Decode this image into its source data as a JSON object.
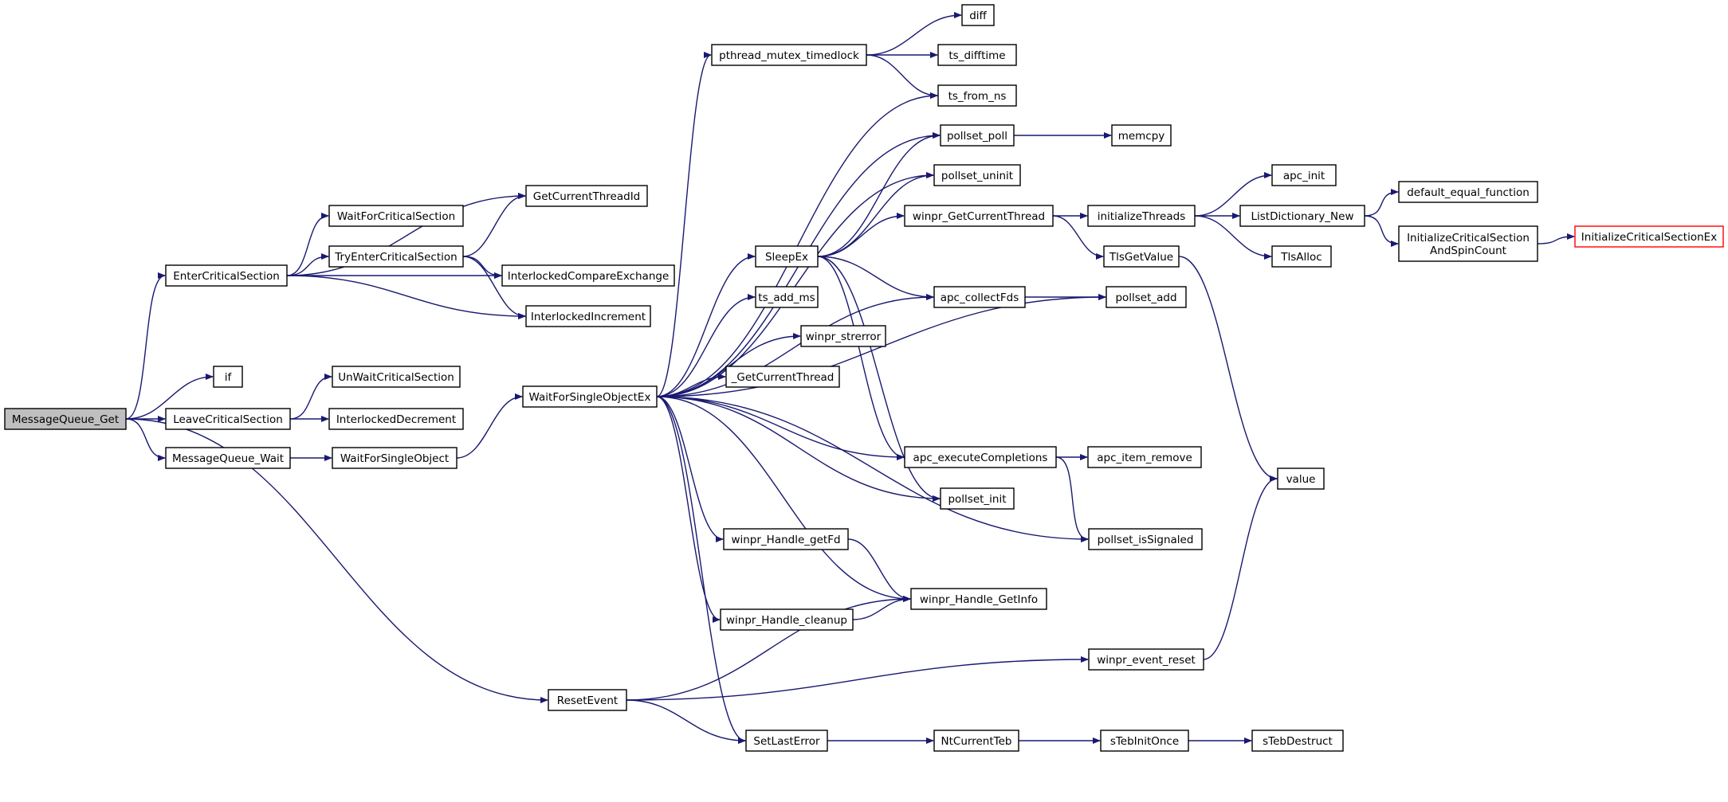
{
  "colors": {
    "edge": "#191970",
    "node_border": "#000000",
    "node_fill": "#ffffff",
    "root_fill": "#bfbfbf",
    "truncated_border": "#ff0000",
    "text": "#000000"
  },
  "nodes": [
    {
      "id": "messagequeue_get",
      "label": "MessageQueue_Get",
      "root": true
    },
    {
      "id": "entercriticalsection",
      "label": "EnterCriticalSection"
    },
    {
      "id": "if",
      "label": "if"
    },
    {
      "id": "leavecriticalsection",
      "label": "LeaveCriticalSection"
    },
    {
      "id": "messagequeue_wait",
      "label": "MessageQueue_Wait"
    },
    {
      "id": "resetevent",
      "label": "ResetEvent"
    },
    {
      "id": "getcurrentthreadid",
      "label": "GetCurrentThreadId"
    },
    {
      "id": "waitforcriticalsection",
      "label": "WaitForCriticalSection"
    },
    {
      "id": "tryentercriticalsection",
      "label": "TryEnterCriticalSection"
    },
    {
      "id": "interlockedcompareexchange",
      "label": "InterlockedCompareExchange"
    },
    {
      "id": "interlockedincrement",
      "label": "InterlockedIncrement"
    },
    {
      "id": "unwaitcriticalsection",
      "label": "UnWaitCriticalSection"
    },
    {
      "id": "interlockeddecrement",
      "label": "InterlockedDecrement"
    },
    {
      "id": "waitforsingleobject",
      "label": "WaitForSingleObject"
    },
    {
      "id": "waitforsingleobjectex",
      "label": "WaitForSingleObjectEx"
    },
    {
      "id": "pthread_mutex_timedlock",
      "label": "pthread_mutex_timedlock"
    },
    {
      "id": "sleepex",
      "label": "SleepEx"
    },
    {
      "id": "ts_add_ms",
      "label": "ts_add_ms"
    },
    {
      "id": "winpr_strerror",
      "label": "winpr_strerror"
    },
    {
      "id": "_getcurrentthread",
      "label": "_GetCurrentThread"
    },
    {
      "id": "winpr_handle_getfd",
      "label": "winpr_Handle_getFd"
    },
    {
      "id": "winpr_handle_cleanup",
      "label": "winpr_Handle_cleanup"
    },
    {
      "id": "setlasterror",
      "label": "SetLastError"
    },
    {
      "id": "diff",
      "label": "diff"
    },
    {
      "id": "ts_difftime",
      "label": "ts_difftime"
    },
    {
      "id": "ts_from_ns",
      "label": "ts_from_ns"
    },
    {
      "id": "pollset_poll",
      "label": "pollset_poll"
    },
    {
      "id": "pollset_uninit",
      "label": "pollset_uninit"
    },
    {
      "id": "winpr_getcurrentthread",
      "label": "winpr_GetCurrentThread"
    },
    {
      "id": "apc_collectfds",
      "label": "apc_collectFds"
    },
    {
      "id": "apc_executecompletions",
      "label": "apc_executeCompletions"
    },
    {
      "id": "pollset_init",
      "label": "pollset_init"
    },
    {
      "id": "winpr_handle_getinfo",
      "label": "winpr_Handle_GetInfo"
    },
    {
      "id": "ntcurrentteb",
      "label": "NtCurrentTeb"
    },
    {
      "id": "memcpy",
      "label": "memcpy"
    },
    {
      "id": "initializethreads",
      "label": "initializeThreads"
    },
    {
      "id": "tlsgetvalue",
      "label": "TlsGetValue"
    },
    {
      "id": "pollset_add",
      "label": "pollset_add"
    },
    {
      "id": "apc_item_remove",
      "label": "apc_item_remove"
    },
    {
      "id": "pollset_issignaled",
      "label": "pollset_isSignaled"
    },
    {
      "id": "winpr_event_reset",
      "label": "winpr_event_reset"
    },
    {
      "id": "stebinitonce",
      "label": "sTebInitOnce"
    },
    {
      "id": "apc_init",
      "label": "apc_init"
    },
    {
      "id": "listdictionary_new",
      "label": "ListDictionary_New"
    },
    {
      "id": "tlsalloc",
      "label": "TlsAlloc"
    },
    {
      "id": "value",
      "label": "value"
    },
    {
      "id": "stebdestruct",
      "label": "sTebDestruct"
    },
    {
      "id": "default_equal_function",
      "label": "default_equal_function"
    },
    {
      "id": "initializecriticalsectionandspincount",
      "label": "InitializeCriticalSection\nAndSpinCount"
    },
    {
      "id": "initializecriticalsectionex",
      "label": "InitializeCriticalSectionEx",
      "truncated": true
    }
  ],
  "edges": [
    [
      "messagequeue_get",
      "entercriticalsection"
    ],
    [
      "messagequeue_get",
      "if"
    ],
    [
      "messagequeue_get",
      "leavecriticalsection"
    ],
    [
      "messagequeue_get",
      "messagequeue_wait"
    ],
    [
      "messagequeue_get",
      "resetevent"
    ],
    [
      "entercriticalsection",
      "getcurrentthreadid"
    ],
    [
      "entercriticalsection",
      "waitforcriticalsection"
    ],
    [
      "entercriticalsection",
      "tryentercriticalsection"
    ],
    [
      "entercriticalsection",
      "interlockedcompareexchange"
    ],
    [
      "entercriticalsection",
      "interlockedincrement"
    ],
    [
      "tryentercriticalsection",
      "getcurrentthreadid"
    ],
    [
      "tryentercriticalsection",
      "interlockedcompareexchange"
    ],
    [
      "tryentercriticalsection",
      "interlockedincrement"
    ],
    [
      "leavecriticalsection",
      "unwaitcriticalsection"
    ],
    [
      "leavecriticalsection",
      "interlockeddecrement"
    ],
    [
      "messagequeue_wait",
      "waitforsingleobject"
    ],
    [
      "waitforsingleobject",
      "waitforsingleobjectex"
    ],
    [
      "waitforsingleobjectex",
      "pthread_mutex_timedlock"
    ],
    [
      "waitforsingleobjectex",
      "ts_from_ns"
    ],
    [
      "waitforsingleobjectex",
      "pollset_poll"
    ],
    [
      "waitforsingleobjectex",
      "pollset_uninit"
    ],
    [
      "waitforsingleobjectex",
      "pollset_add"
    ],
    [
      "waitforsingleobjectex",
      "sleepex"
    ],
    [
      "waitforsingleobjectex",
      "ts_add_ms"
    ],
    [
      "waitforsingleobjectex",
      "winpr_strerror"
    ],
    [
      "waitforsingleobjectex",
      "_getcurrentthread"
    ],
    [
      "waitforsingleobjectex",
      "apc_collectfds"
    ],
    [
      "waitforsingleobjectex",
      "apc_executecompletions"
    ],
    [
      "waitforsingleobjectex",
      "pollset_init"
    ],
    [
      "waitforsingleobjectex",
      "winpr_handle_getfd"
    ],
    [
      "waitforsingleobjectex",
      "winpr_handle_getinfo"
    ],
    [
      "waitforsingleobjectex",
      "winpr_handle_cleanup"
    ],
    [
      "waitforsingleobjectex",
      "pollset_issignaled"
    ],
    [
      "waitforsingleobjectex",
      "setlasterror"
    ],
    [
      "pthread_mutex_timedlock",
      "diff"
    ],
    [
      "pthread_mutex_timedlock",
      "ts_difftime"
    ],
    [
      "pthread_mutex_timedlock",
      "ts_from_ns"
    ],
    [
      "sleepex",
      "pollset_poll"
    ],
    [
      "sleepex",
      "pollset_uninit"
    ],
    [
      "sleepex",
      "winpr_getcurrentthread"
    ],
    [
      "sleepex",
      "apc_collectfds"
    ],
    [
      "sleepex",
      "apc_executecompletions"
    ],
    [
      "sleepex",
      "pollset_init"
    ],
    [
      "pollset_poll",
      "memcpy"
    ],
    [
      "winpr_getcurrentthread",
      "initializethreads"
    ],
    [
      "winpr_getcurrentthread",
      "tlsgetvalue"
    ],
    [
      "initializethreads",
      "apc_init"
    ],
    [
      "initializethreads",
      "listdictionary_new"
    ],
    [
      "initializethreads",
      "tlsalloc"
    ],
    [
      "listdictionary_new",
      "default_equal_function"
    ],
    [
      "listdictionary_new",
      "initializecriticalsectionandspincount"
    ],
    [
      "initializecriticalsectionandspincount",
      "initializecriticalsectionex"
    ],
    [
      "tlsgetvalue",
      "value"
    ],
    [
      "apc_collectfds",
      "pollset_add"
    ],
    [
      "apc_executecompletions",
      "apc_item_remove"
    ],
    [
      "apc_executecompletions",
      "pollset_issignaled"
    ],
    [
      "winpr_handle_getfd",
      "winpr_handle_getinfo"
    ],
    [
      "winpr_handle_cleanup",
      "winpr_handle_getinfo"
    ],
    [
      "resetevent",
      "winpr_handle_getinfo"
    ],
    [
      "resetevent",
      "setlasterror"
    ],
    [
      "resetevent",
      "winpr_event_reset"
    ],
    [
      "setlasterror",
      "ntcurrentteb"
    ],
    [
      "ntcurrentteb",
      "stebinitonce"
    ],
    [
      "stebinitonce",
      "stebdestruct"
    ],
    [
      "winpr_event_reset",
      "value"
    ]
  ]
}
